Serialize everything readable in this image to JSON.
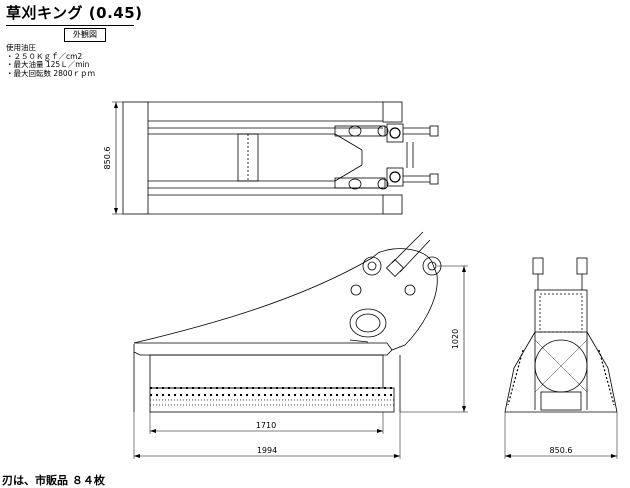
{
  "title": "草刈キング (0.45)",
  "view_label": "外観図",
  "specs": {
    "heading": "使用油圧",
    "lines": [
      "・２５０Ｋｇｆ／cm2",
      "・最大油量  125Ｌ／min",
      "・最大回転数  2800ｒｐｍ"
    ]
  },
  "dimensions": {
    "top_view_width": "850.6",
    "side_height": "1020",
    "blade_length": "1710",
    "overall_length": "1994",
    "front_width": "850.6"
  },
  "note": "刃は、市販品  ８４枚"
}
